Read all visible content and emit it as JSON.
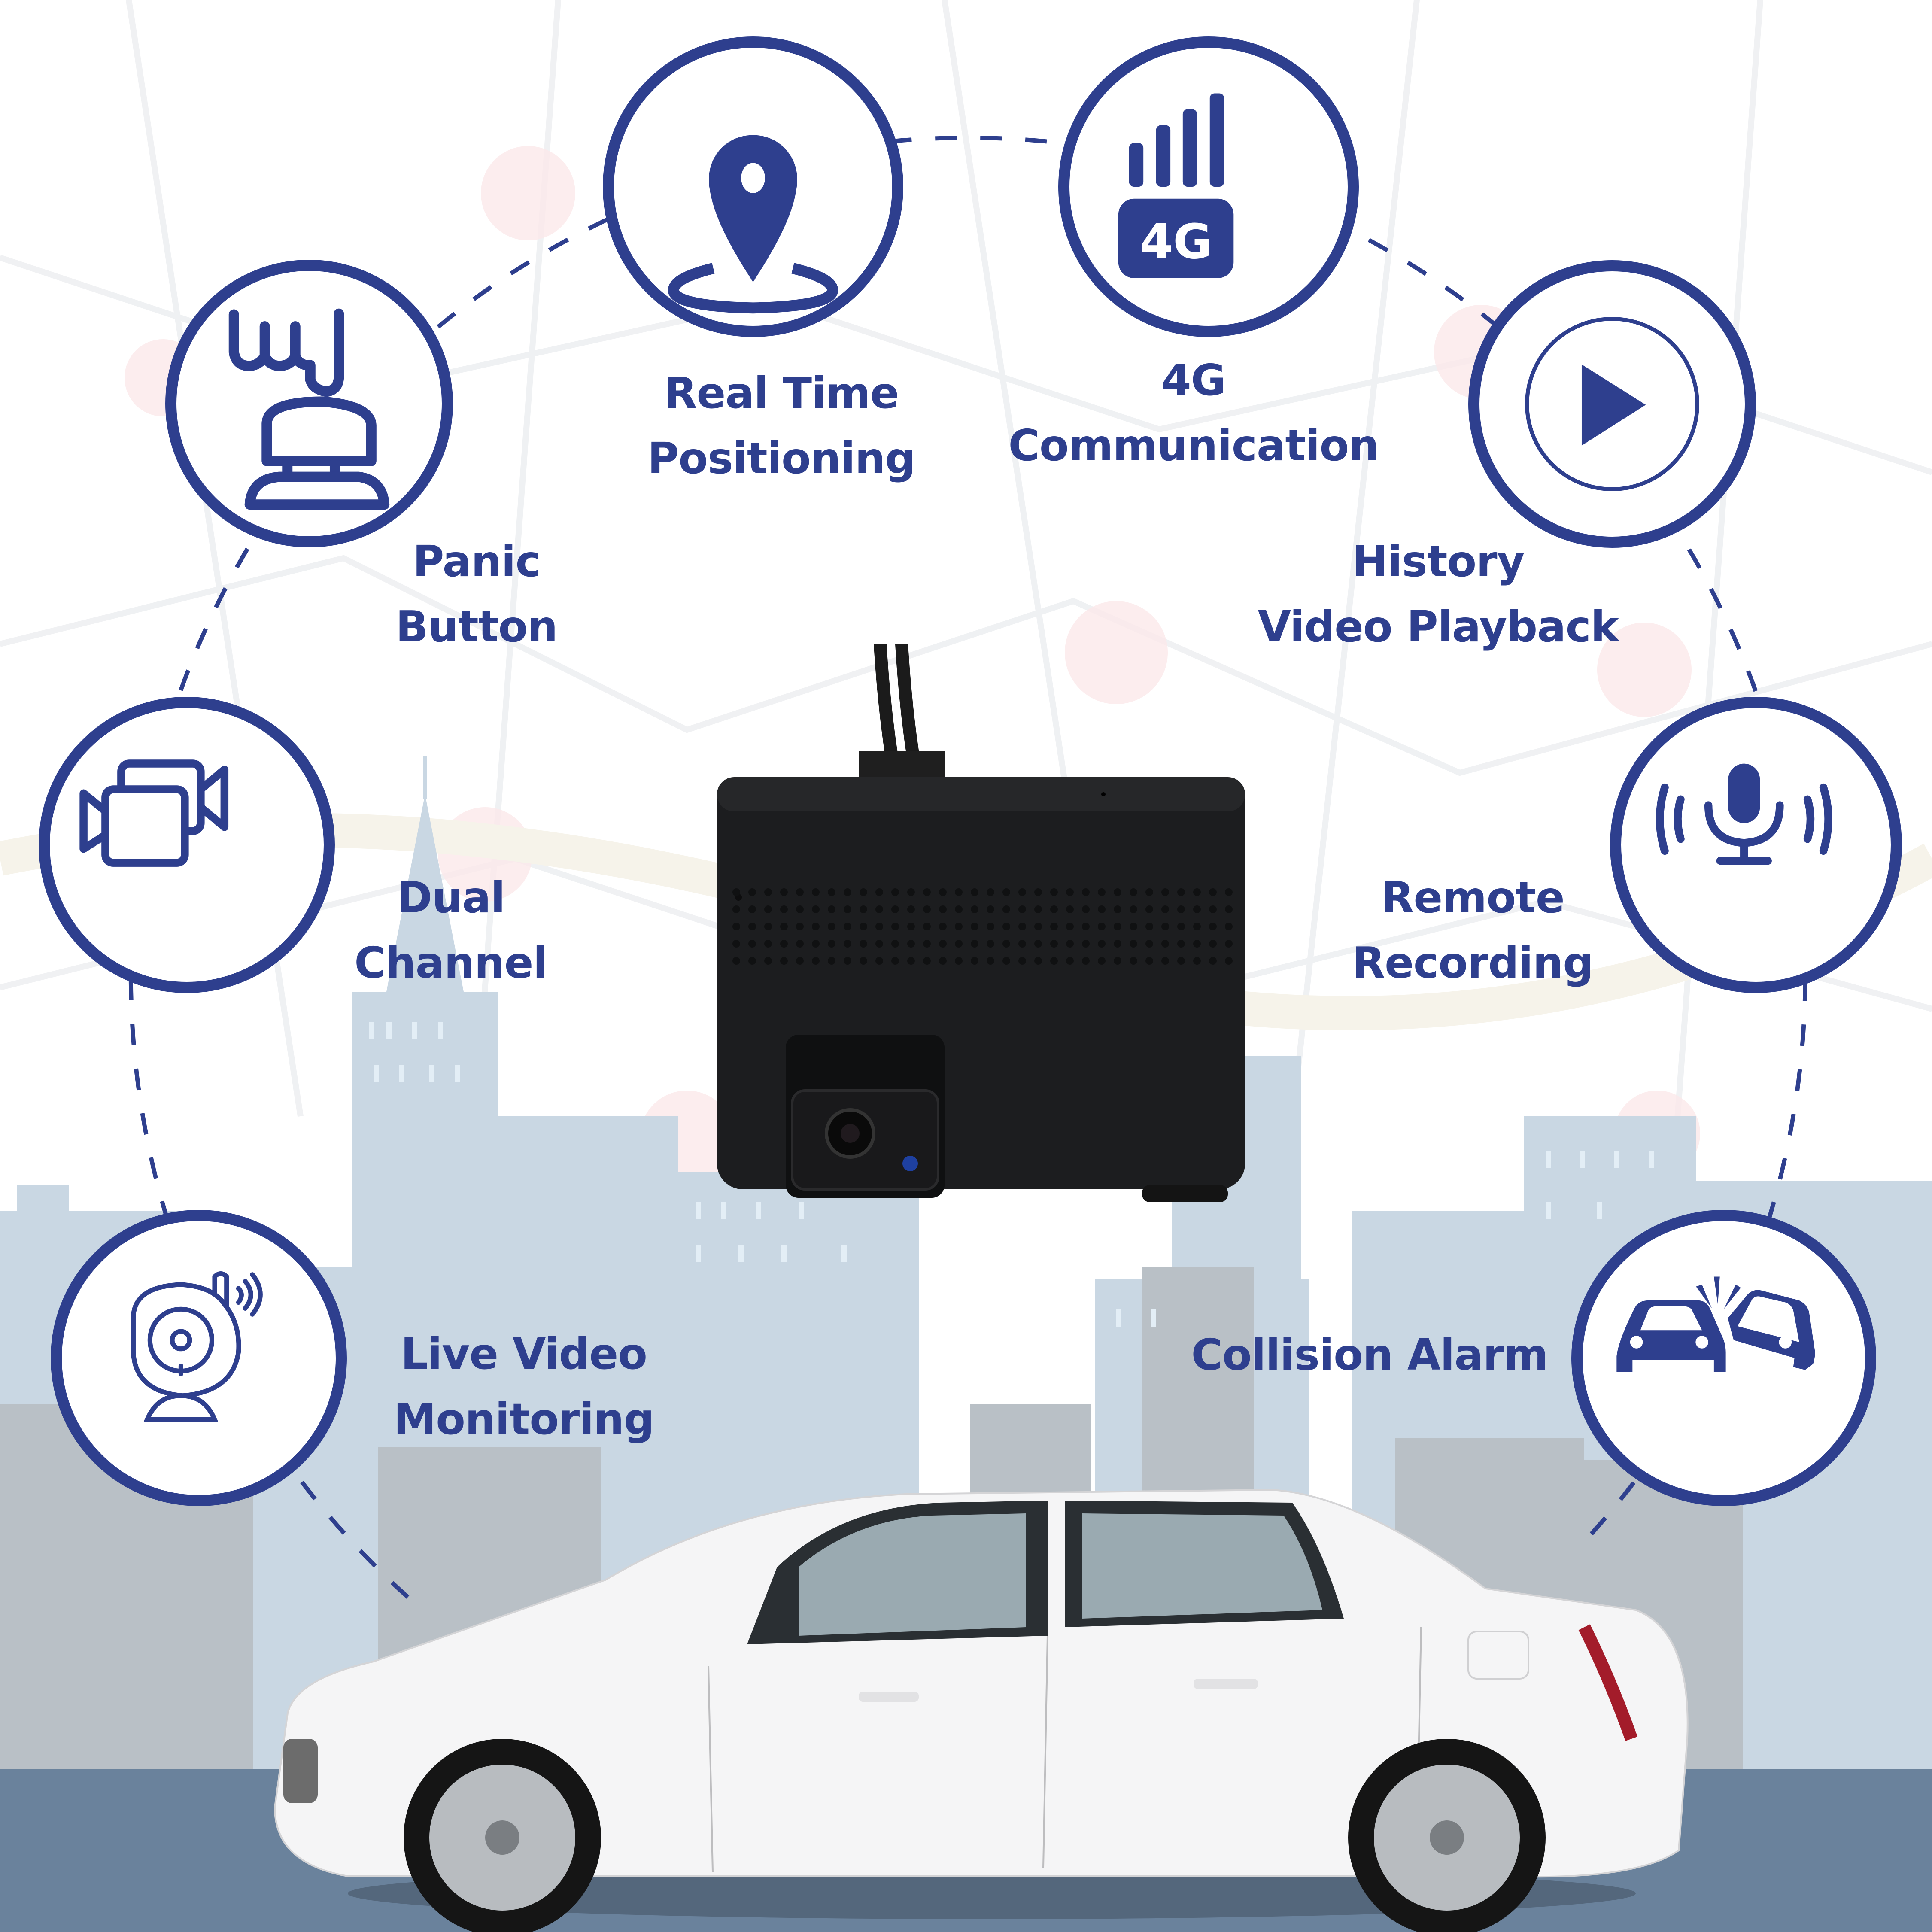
{
  "brand_color": "#2e3f8e",
  "features": [
    {
      "id": "panic-button",
      "icon": "panic-button-icon",
      "line1": "Panic",
      "line2": "Button"
    },
    {
      "id": "real-time-positioning",
      "icon": "location-pin-icon",
      "line1": "Real Time",
      "line2": "Positioning"
    },
    {
      "id": "4g-communication",
      "icon": "4g-signal-icon",
      "icon_text": "4G",
      "line1": "4G",
      "line2": "Communication"
    },
    {
      "id": "history-video-playback",
      "icon": "play-icon",
      "line1": "History",
      "line2": "Video Playback"
    },
    {
      "id": "dual-channel",
      "icon": "dual-camera-icon",
      "line1": "Dual",
      "line2": "Channel"
    },
    {
      "id": "remote-recording",
      "icon": "microphone-icon",
      "line1": "Remote",
      "line2": "Recording"
    },
    {
      "id": "live-video-monitoring",
      "icon": "webcam-icon",
      "line1": "Live Video",
      "line2": "Monitoring"
    },
    {
      "id": "collision-alarm",
      "icon": "car-collision-icon",
      "line1": "Collision Alarm",
      "line2": ""
    }
  ],
  "product": {
    "name": "dual-lens dashcam",
    "image": "dashcam-device"
  },
  "vehicle": {
    "image": "white-sedan"
  },
  "colors": {
    "sky": "#ffffff",
    "skyline_light": "#c9d7e3",
    "skyline_gray": "#b8bec4",
    "window": "#e3eef6",
    "road": "#6a829c",
    "device_body": "#1c1d1f"
  }
}
